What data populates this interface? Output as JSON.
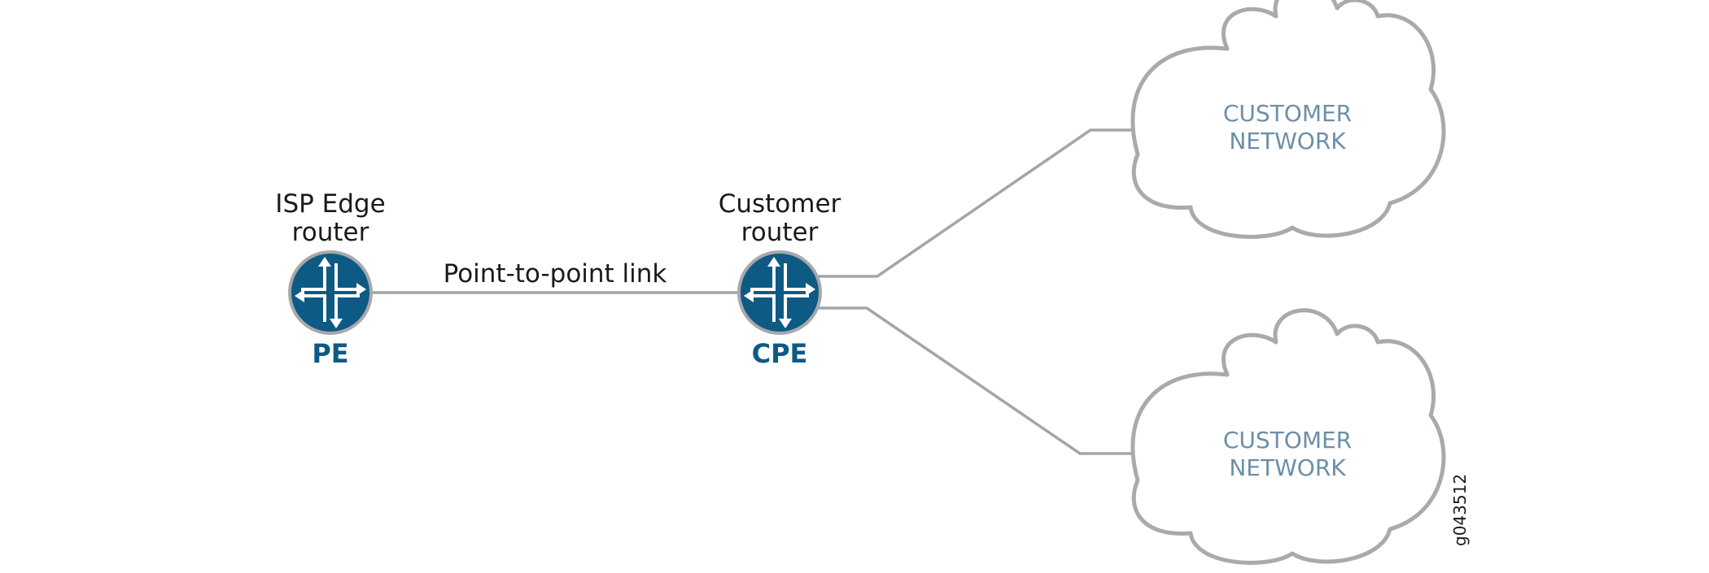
{
  "diagram": {
    "nodes": {
      "pe": {
        "caption_line1": "ISP Edge",
        "caption_line2": "router",
        "code": "PE",
        "icon": "router-icon"
      },
      "cpe": {
        "caption_line1": "Customer",
        "caption_line2": "router",
        "code": "CPE",
        "icon": "router-icon"
      },
      "cloud_top": {
        "line1": "CUSTOMER",
        "line2": "NETWORK",
        "icon": "cloud-icon"
      },
      "cloud_bottom": {
        "line1": "CUSTOMER",
        "line2": "NETWORK",
        "icon": "cloud-icon"
      }
    },
    "links": {
      "pe_cpe_label": "Point-to-point link"
    },
    "figure_id": "g043512",
    "colors": {
      "router_fill": "#0d5a84",
      "router_ring": "#a6a8aa",
      "code_text": "#0d5a84",
      "cloud_text": "#6b8fa8",
      "link_line": "#a3a5a7",
      "cloud_outline": "#a8aaac"
    }
  }
}
